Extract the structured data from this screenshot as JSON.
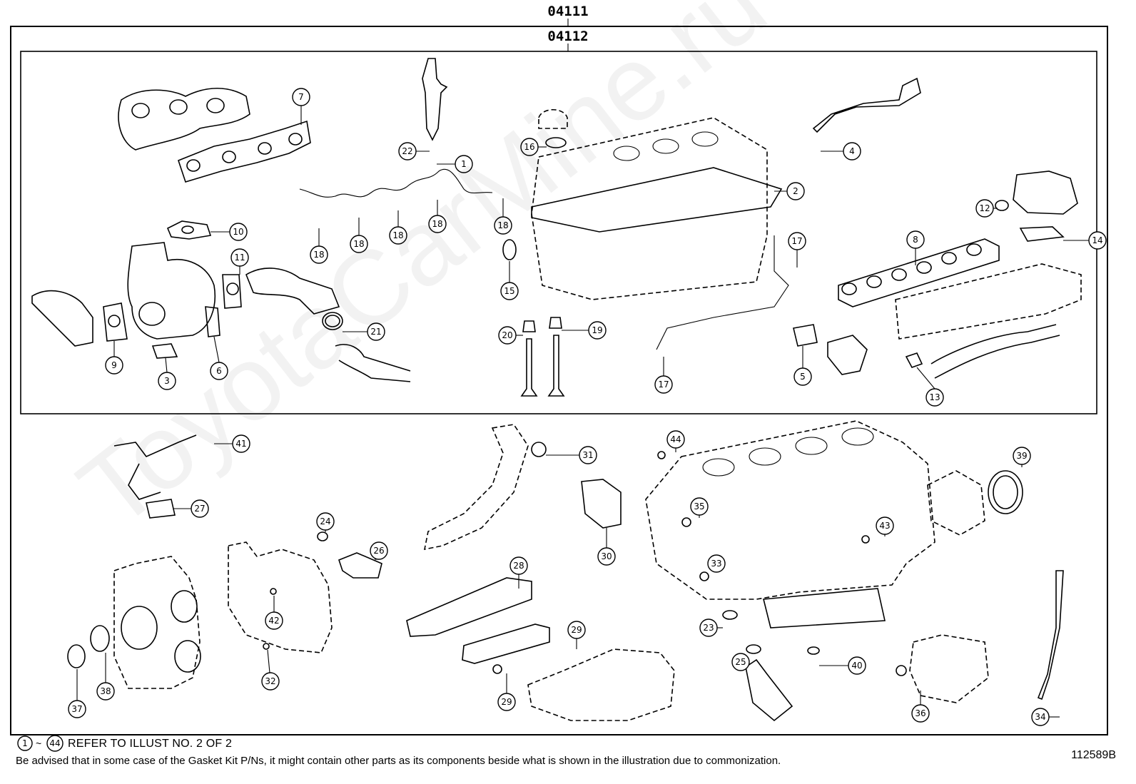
{
  "header": {
    "kit_code_outer": "04111",
    "kit_code_inner": "04112"
  },
  "watermark": "ToyotaCarMine.ru",
  "footer": {
    "range_from_marker": "1",
    "range_to_marker": "44",
    "note_text": "REFER TO ILLUST NO. 2 OF 2",
    "range_separator": "~",
    "disclaimer": "Be advised that in some case of the Gasket Kit P/Ns,  it might contain other parts as its components beside what is shown in the illustration due to commonization.",
    "figure_id": "112589B"
  },
  "callouts": [
    "1",
    "2",
    "3",
    "4",
    "5",
    "6",
    "7",
    "8",
    "9",
    "10",
    "11",
    "12",
    "13",
    "14",
    "15",
    "16",
    "17",
    "18",
    "19",
    "20",
    "21",
    "22",
    "23",
    "24",
    "25",
    "26",
    "27",
    "28",
    "29",
    "30",
    "31",
    "32",
    "33",
    "34",
    "35",
    "36",
    "37",
    "38",
    "39",
    "40",
    "41",
    "42",
    "43",
    "44"
  ]
}
